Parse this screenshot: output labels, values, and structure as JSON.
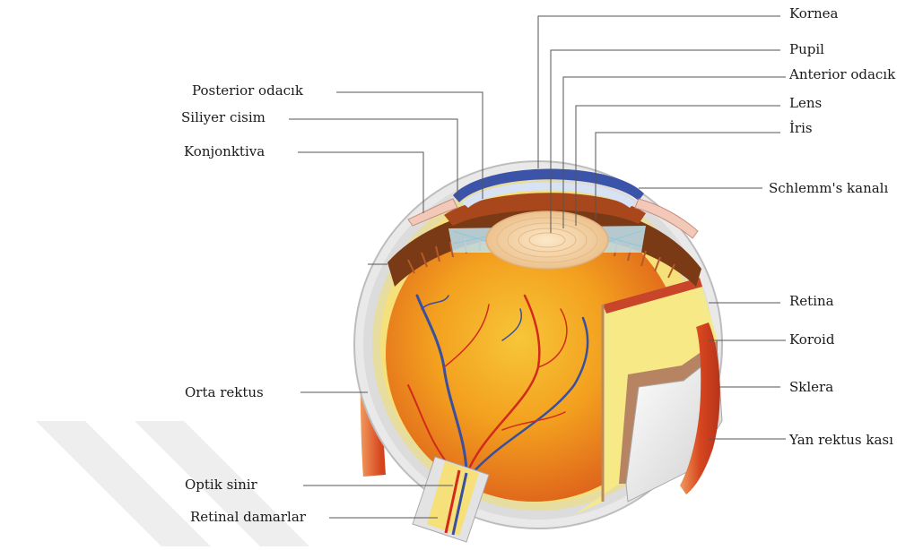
{
  "labels": {
    "kornea": "Kornea",
    "pupil": "Pupil",
    "anterior_odacik": "Anterior odacık",
    "lens": "Lens",
    "iris": "İris",
    "schlemm": "Schlemm's kanalı",
    "posterior_odacik": "Posterior odacık",
    "siliyer_cisim": "Siliyer cisim",
    "konjonktiva": "Konjonktiva",
    "retina": "Retina",
    "koroid": "Koroid",
    "sklera": "Sklera",
    "yan_rektus": "Yan rektus kası",
    "orta_rektus": "Orta rektus",
    "optik_sinir": "Optik sinir",
    "retinal_damarlar": "Retinal damarlar"
  },
  "colors": {
    "cornea": "#3b53a8",
    "iris": "#a8471c",
    "ciliary": "#7a3a16",
    "lens": "#f3d7b4",
    "retina_inner": "#f2a21c",
    "retina_layer": "#f7ea86",
    "choroid": "#b98766",
    "sclera": "#e6e6e6",
    "muscle": "#d8542a",
    "vessel_red": "#d22a1c",
    "vessel_blue": "#3a4f9e",
    "watermark": "#eeeeee"
  }
}
